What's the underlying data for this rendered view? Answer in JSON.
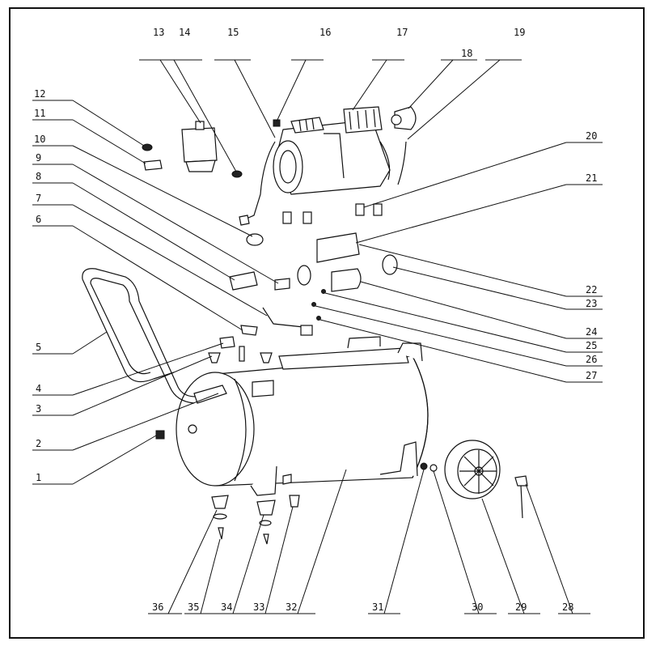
{
  "labels": {
    "p1": "1",
    "p2": "2",
    "p3": "3",
    "p4": "4",
    "p5": "5",
    "p6": "6",
    "p7": "7",
    "p8": "8",
    "p9": "9",
    "p10": "10",
    "p11": "11",
    "p12": "12",
    "p13": "13",
    "p14": "14",
    "p15": "15",
    "p16": "16",
    "p17": "17",
    "p18": "18",
    "p19": "19",
    "p20": "20",
    "p21": "21",
    "p22": "22",
    "p23": "23",
    "p24": "24",
    "p25": "25",
    "p26": "26",
    "p27": "27",
    "p28": "28",
    "p29": "29",
    "p30": "30",
    "p31": "31",
    "p32": "32",
    "p33": "33",
    "p34": "34",
    "p35": "35",
    "p36": "36"
  }
}
